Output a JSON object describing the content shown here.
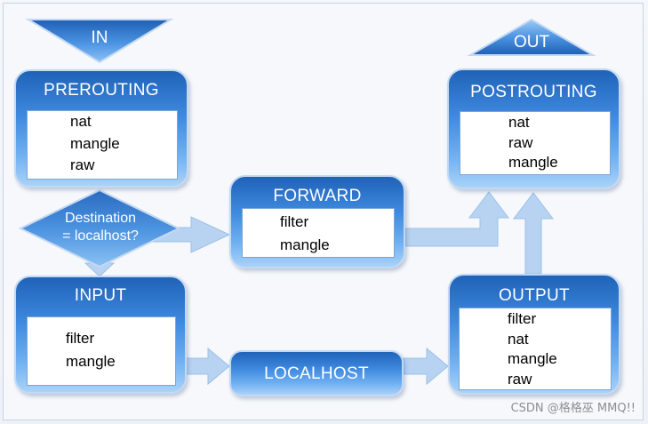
{
  "in_label": "IN",
  "out_label": "OUT",
  "decision": {
    "line1": "Destination",
    "line2": "= localhost?"
  },
  "prerouting": {
    "title": "PREROUTING",
    "items": [
      "nat",
      "mangle",
      "raw"
    ]
  },
  "forward": {
    "title": "FORWARD",
    "items": [
      "filter",
      "mangle"
    ]
  },
  "postrouting": {
    "title": "POSTROUTING",
    "items": [
      "nat",
      "raw",
      "mangle"
    ]
  },
  "input": {
    "title": "INPUT",
    "items": [
      "filter",
      "mangle"
    ]
  },
  "output": {
    "title": "OUTPUT",
    "items": [
      "filter",
      "nat",
      "mangle",
      "raw"
    ]
  },
  "localhost_label": "LOCALHOST",
  "watermark": "CSDN @格格巫 MMQ!!",
  "colors": {
    "box_top": "#1f63b8",
    "box_bottom": "#a9d2f8",
    "arrow": "#b7d3f1",
    "arrow_edge": "#9cc0e8"
  }
}
